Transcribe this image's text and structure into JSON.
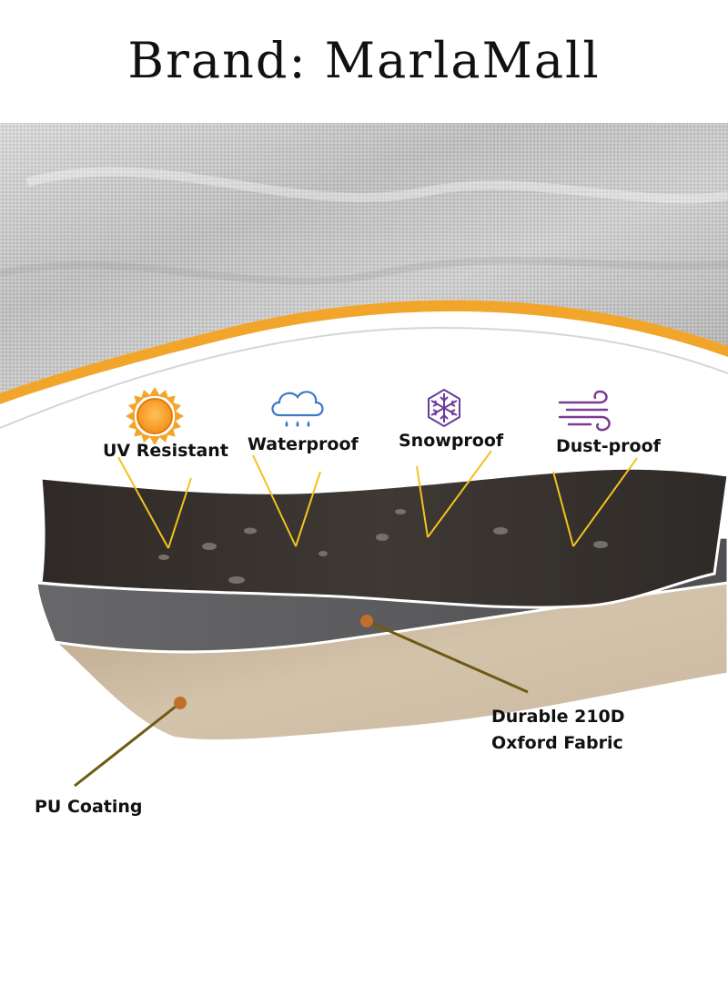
{
  "brand": {
    "text": "Brand: MarlaMall"
  },
  "features": [
    {
      "label": "UV Resistant",
      "icon": "sun-icon",
      "color": "#f2a52b"
    },
    {
      "label": "Waterproof",
      "icon": "rain-cloud-icon",
      "color": "#3b79c9"
    },
    {
      "label": "Snowproof",
      "icon": "snowflake-icon",
      "color": "#6a3c9a"
    },
    {
      "label": "Dust-proof",
      "icon": "wind-icon",
      "color": "#7a3d8f"
    }
  ],
  "layers": {
    "oxford_fabric": {
      "line1": "Durable 210D",
      "line2": "Oxford Fabric"
    },
    "pu_coating": {
      "label": "PU Coating"
    }
  },
  "colors": {
    "accent_orange": "#f2a52b",
    "pointer_line": "#f3c21e",
    "outer_layer": "#3b3632",
    "middle_layer": "#5b5a5c",
    "inner_layer": "#c8b59b",
    "silver_fabric": "#c9c9c9"
  }
}
